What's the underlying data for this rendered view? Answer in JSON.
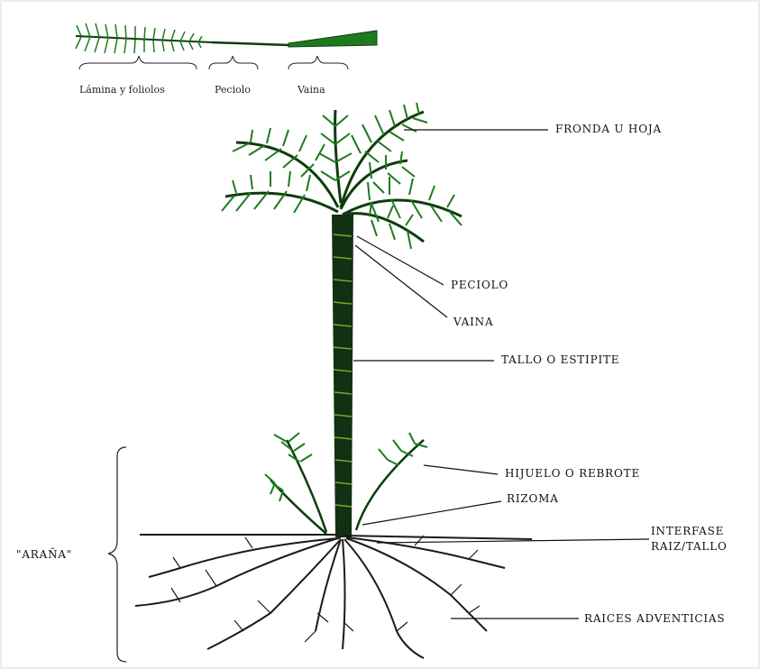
{
  "leaf_parts": {
    "lamina": "Lámina y foliolos",
    "peciolo": "Peciolo",
    "vaina": "Vaina"
  },
  "labels": {
    "fronda": "FRONDA U HOJA",
    "peciolo": "PECIOLO",
    "vaina": "VAINA",
    "tallo": "TALLO O ESTIPITE",
    "hijuelo": "HIJUELO O REBROTE",
    "rizoma": "RIZOMA",
    "interfase_1": "INTERFASE",
    "interfase_2": "RAIZ/TALLO",
    "raices": "RAICES ADVENTICIAS",
    "arana": "\"ARAÑA\""
  },
  "colors": {
    "leaf": "#1f7a1f",
    "leaf_dark": "#0d3d0d",
    "stem": "#123012",
    "root": "#1a1a1a",
    "line": "#111111"
  }
}
